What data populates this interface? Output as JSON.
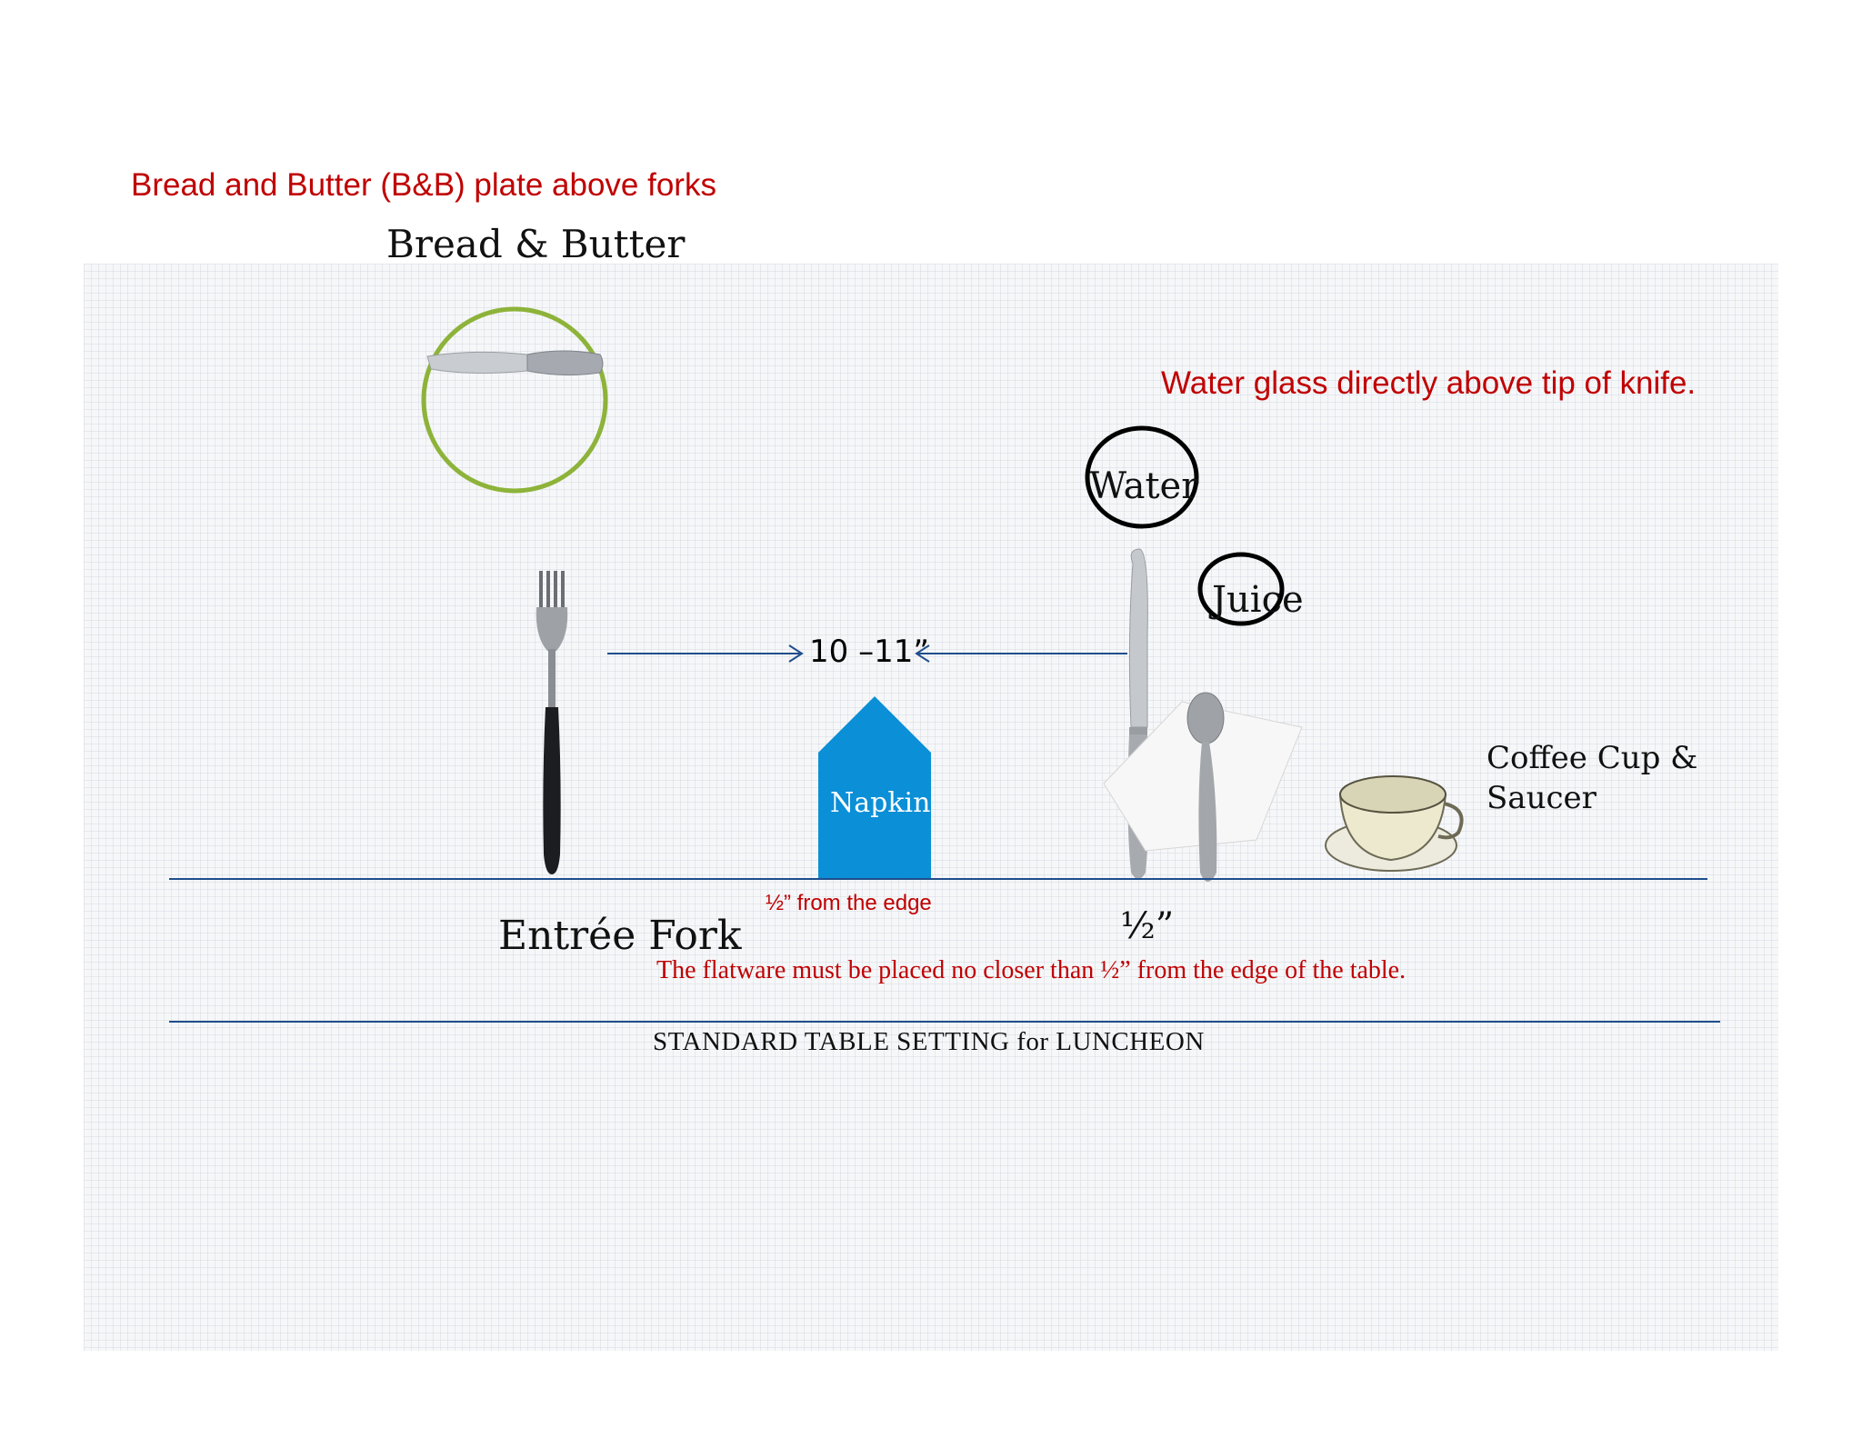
{
  "notes": {
    "bb_placement": "Bread and Butter (B&B) plate above forks",
    "water_placement": "Water glass directly above tip of knife.",
    "edge_distance": "½” from the edge",
    "flatware_rule": "The flatware must be placed no closer than ½” from the edge of the table."
  },
  "labels": {
    "bread_butter": "Bread & Butter",
    "water": "Water",
    "juice": "Juice",
    "distance": "10 –11”",
    "napkin": "Napkin",
    "coffee": "Coffee Cup &\nSaucer",
    "entree_fork": "Entrée Fork",
    "half_inch": "½”"
  },
  "footer": {
    "title": "STANDARD TABLE SETTING for LUNCHEON"
  },
  "colors": {
    "note_red": "#c00000",
    "line_blue": "#1f4e8c",
    "napkin_blue": "#0b8fd6",
    "bb_plate_green": "#8db33a"
  },
  "icons": [
    "butter-knife-icon",
    "fork-icon",
    "knife-icon",
    "spoon-icon",
    "coffee-cup-icon",
    "napkin-shape"
  ]
}
